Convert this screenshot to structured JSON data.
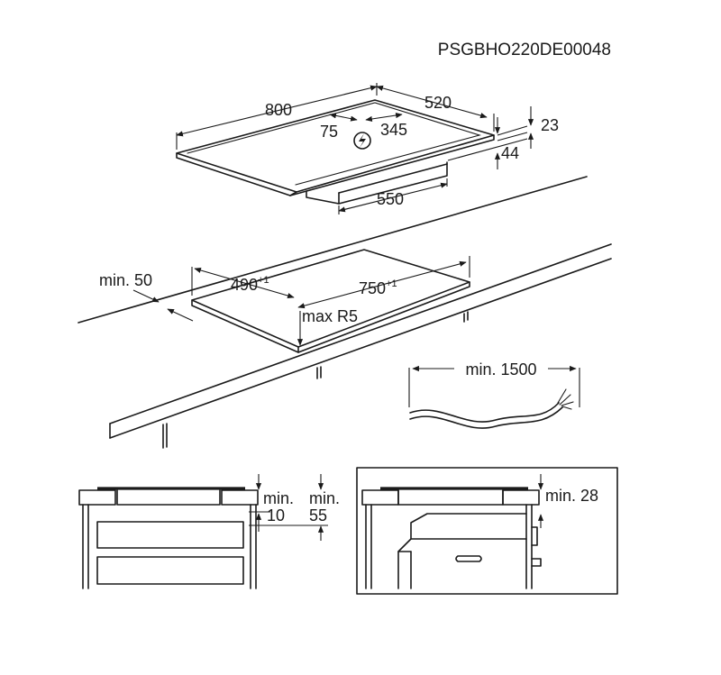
{
  "drawing": {
    "code": "PSGBHO220DE00048",
    "hob_dimensions": {
      "width": "800",
      "depth": "520",
      "connection_left": "75",
      "connection_right": "345",
      "frame_height": "23",
      "total_height": "44",
      "bottom_width": "550"
    },
    "cutout": {
      "depth_main": "490",
      "depth_tol": "+1",
      "width_main": "750",
      "width_tol": "+1",
      "edge_min": "min. 50",
      "corner_radius": "max R5"
    },
    "cable": {
      "min_length": "min. 1500"
    },
    "installation": {
      "gap_min_label": "min.",
      "gap_min_value": "10",
      "gap_depth_label": "min.",
      "gap_depth_value": "55",
      "oven_clearance": "min. 28"
    },
    "icons": {
      "electric": "lightning-bolt-in-circle-icon"
    }
  }
}
